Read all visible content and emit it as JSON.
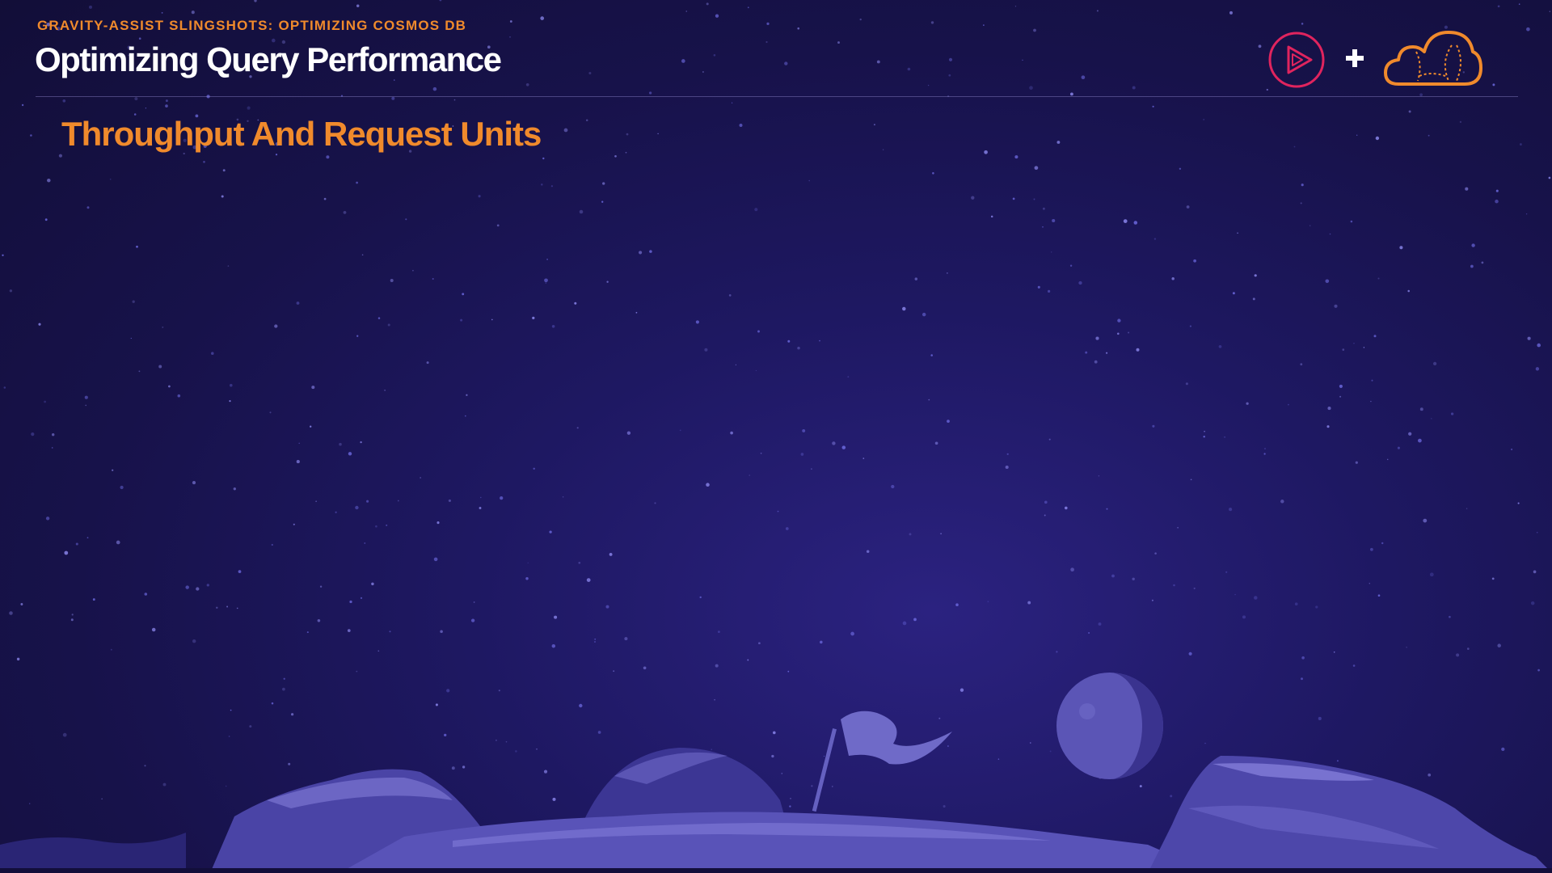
{
  "slide": {
    "course_label": "GRAVITY-ASSIST SLINGSHOTS: OPTIMIZING COSMOS DB",
    "title": "Optimizing Query Performance",
    "section_heading": "Throughput And Request Units"
  },
  "logos": {
    "play_icon": "play-circle-logo",
    "plus_icon": "plus-icon",
    "cloud_icon": "cloud-logo"
  },
  "colors": {
    "accent_orange": "#f08a2c",
    "play_logo_red": "#e0245e",
    "background": "#1e1862",
    "title_white": "#ffffff"
  }
}
